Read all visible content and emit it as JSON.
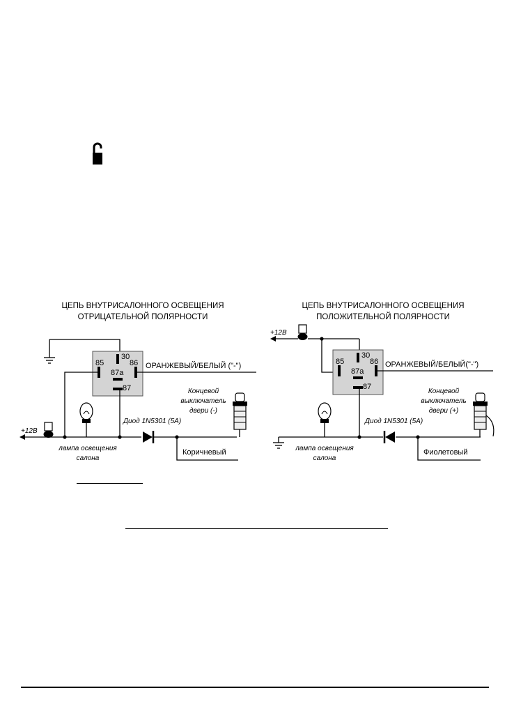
{
  "icons": {
    "lock": "unlocked-padlock-icon"
  },
  "diagrams": [
    {
      "title_line1": "ЦЕПЬ ВНУТРИСАЛОННОГО ОСВЕЩЕНИЯ",
      "title_line2": "ОТРИЦАТЕЛЬНОЙ ПОЛЯРНОСТИ",
      "pins": {
        "p85": "85",
        "p30": "30",
        "p86": "86",
        "p87a": "87a",
        "p87": "87"
      },
      "wire_label": "ОРАНЖЕВЫЙ/БЕЛЫЙ (\"-\")",
      "switch_line1": "Концевой",
      "switch_line2": "выключатель",
      "switch_line3": "двери (-)",
      "diode_label": "Диод 1N5301 (5A)",
      "supply_label": "+12В",
      "lamp_line1": "лампа освещения",
      "lamp_line2": "салона",
      "output_wire": "Коричневый"
    },
    {
      "title_line1": "ЦЕПЬ ВНУТРИСАЛОННОГО ОСВЕЩЕНИЯ",
      "title_line2": "ПОЛОЖИТЕЛЬНОЙ ПОЛЯРНОСТИ",
      "pins": {
        "p85": "85",
        "p30": "30",
        "p86": "86",
        "p87a": "87a",
        "p87": "87"
      },
      "wire_label": "ОРАНЖЕВЫЙ/БЕЛЫЙ(\"-\")",
      "switch_line1": "Концевой",
      "switch_line2": "выключатель",
      "switch_line3": "двери (+)",
      "diode_label": "Диод 1N5301 (5A)",
      "supply_label": "+12В",
      "lamp_line1": "лампа освещения",
      "lamp_line2": "салона",
      "output_wire": "Фиолетовый"
    }
  ]
}
